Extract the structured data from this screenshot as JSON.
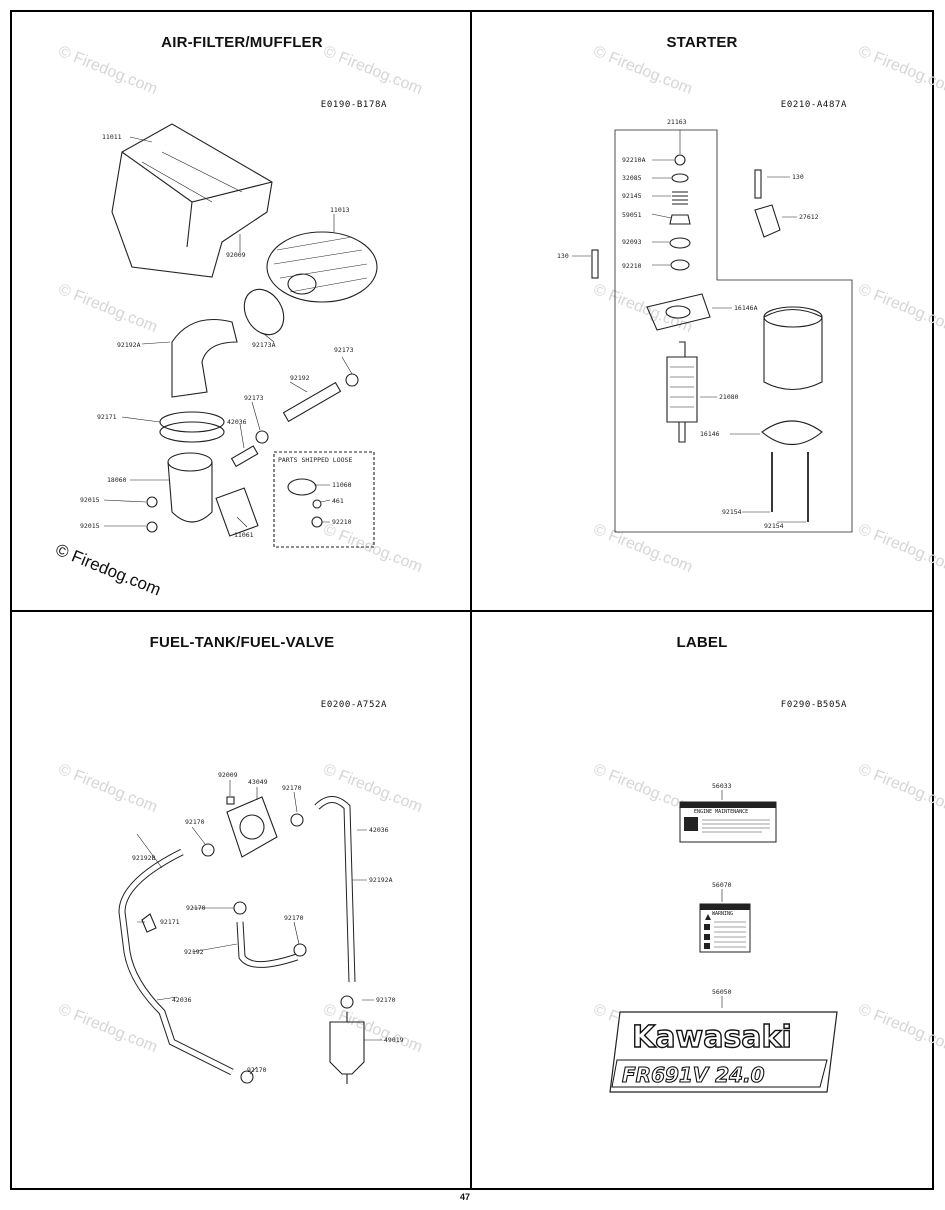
{
  "panels": [
    {
      "title": "AIR-FILTER/MUFFLER",
      "code": "E0190-B178A",
      "parts": [
        "11011",
        "11013",
        "92009",
        "92173A",
        "92192A",
        "92173",
        "92192",
        "42036",
        "92171",
        "18060",
        "92015",
        "11061"
      ],
      "shipped_loose": {
        "title": "PARTS SHIPPED LOOSE",
        "parts": [
          "11060",
          "461",
          "92210"
        ]
      }
    },
    {
      "title": "STARTER",
      "code": "E0210-A487A",
      "parts": [
        "21163",
        "92210A",
        "32085",
        "92145",
        "59051",
        "92093",
        "92210",
        "130",
        "27612",
        "16146A",
        "21080",
        "16146",
        "92154"
      ]
    },
    {
      "title": "FUEL-TANK/FUEL-VALVE",
      "code": "E0200-A752A",
      "parts": [
        "92009",
        "43049",
        "92170",
        "42036",
        "92192B",
        "92192A",
        "92171",
        "92192",
        "49019"
      ]
    },
    {
      "title": "LABEL",
      "code": "F0290-B505A",
      "parts": [
        "56033",
        "56070",
        "56050"
      ],
      "brand_label": {
        "line1": "Kawasaki",
        "line2": "FR691V 24.0"
      },
      "engine_maintenance_title": "ENGINE MAINTENANCE",
      "warning_title": "WARNING"
    }
  ],
  "watermark": "© Firedog.com",
  "page_number": "47"
}
